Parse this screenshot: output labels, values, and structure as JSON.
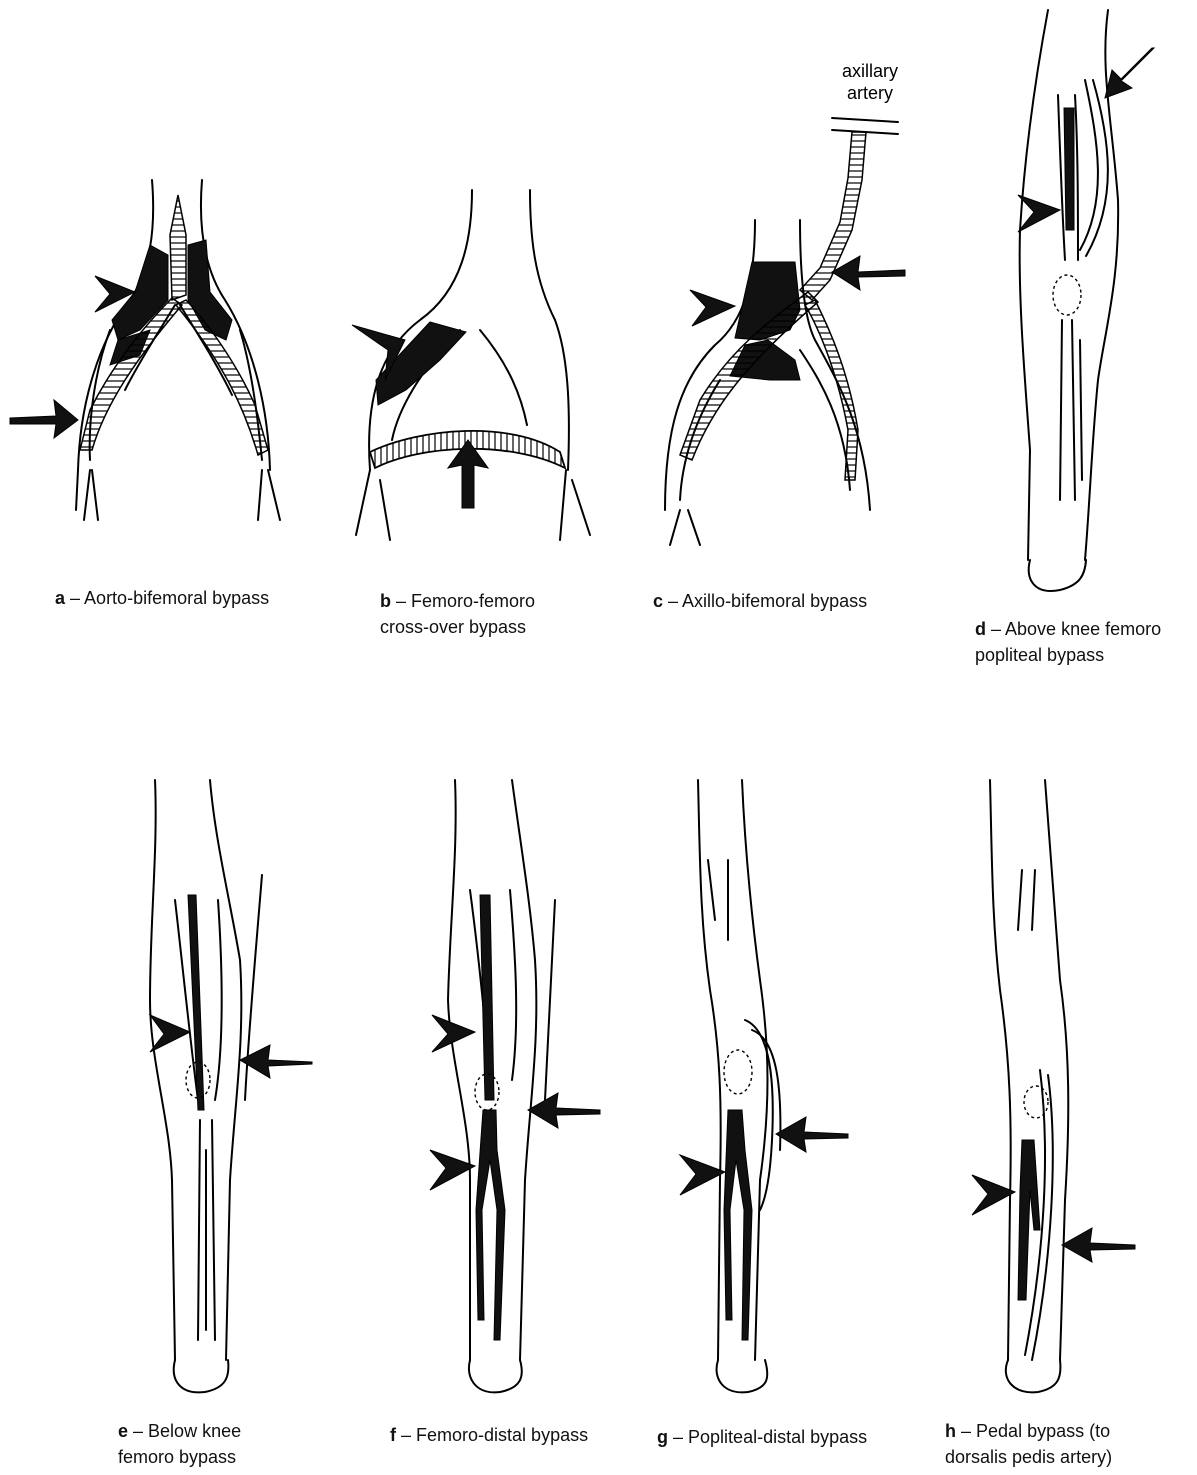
{
  "labels": {
    "axillary": [
      "axillary",
      "artery"
    ]
  },
  "captions": [
    {
      "letter": "a",
      "lines": [
        "– Aorto-bifemoral bypass"
      ]
    },
    {
      "letter": "b",
      "lines": [
        "– Femoro-femoro",
        "cross-over bypass"
      ]
    },
    {
      "letter": "c",
      "lines": [
        "– Axillo-bifemoral bypass"
      ]
    },
    {
      "letter": "d",
      "lines": [
        "– Above knee femoro",
        "popliteal bypass"
      ]
    },
    {
      "letter": "e",
      "lines": [
        "– Below knee",
        "femoro bypass"
      ]
    },
    {
      "letter": "f",
      "lines": [
        "– Femoro-distal bypass"
      ]
    },
    {
      "letter": "g",
      "lines": [
        "– Popliteal-distal bypass"
      ]
    },
    {
      "letter": "h",
      "lines": [
        "– Pedal bypass (to",
        "dorsalis pedis artery)"
      ]
    }
  ]
}
